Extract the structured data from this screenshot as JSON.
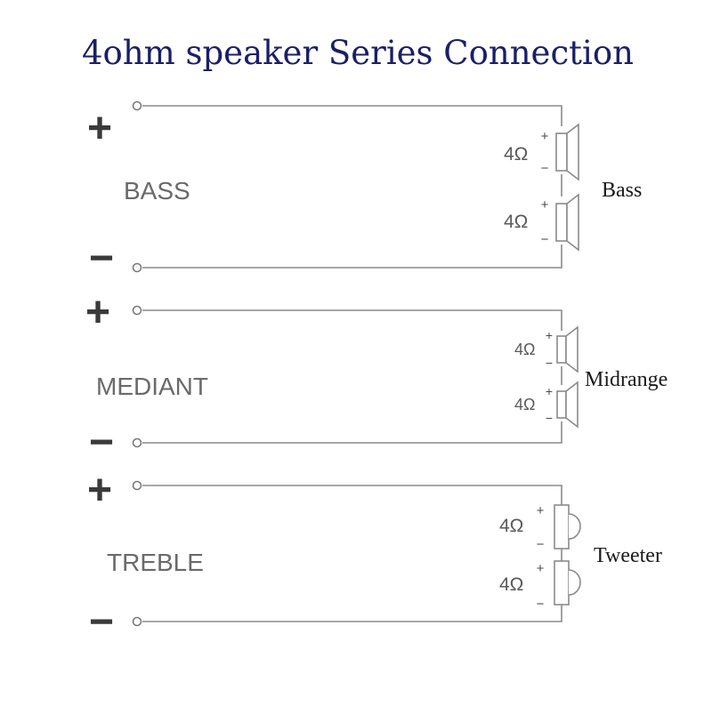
{
  "title": "4ohm speaker Series Connection",
  "colors": {
    "title": "#1a1f66",
    "wire": "#8a8a8a",
    "label_sans": "#6a6a6a",
    "label_serif": "#1a1a1a"
  },
  "sections": [
    {
      "input_label": "BASS",
      "plus_sign": "+",
      "minus_sign": "−",
      "output_label": "Bass",
      "speaker_type": "cone",
      "speakers": [
        {
          "impedance": "4Ω",
          "plus": "+",
          "minus": "−"
        },
        {
          "impedance": "4Ω",
          "plus": "+",
          "minus": "−"
        }
      ]
    },
    {
      "input_label": "MEDIANT",
      "plus_sign": "+",
      "minus_sign": "−",
      "output_label": "Midrange",
      "speaker_type": "cone",
      "speakers": [
        {
          "impedance": "4Ω",
          "plus": "+",
          "minus": "−"
        },
        {
          "impedance": "4Ω",
          "plus": "+",
          "minus": "−"
        }
      ]
    },
    {
      "input_label": "TREBLE",
      "plus_sign": "+",
      "minus_sign": "−",
      "output_label": "Tweeter",
      "speaker_type": "dome",
      "speakers": [
        {
          "impedance": "4Ω",
          "plus": "+",
          "minus": "−"
        },
        {
          "impedance": "4Ω",
          "plus": "+",
          "minus": "−"
        }
      ]
    }
  ]
}
